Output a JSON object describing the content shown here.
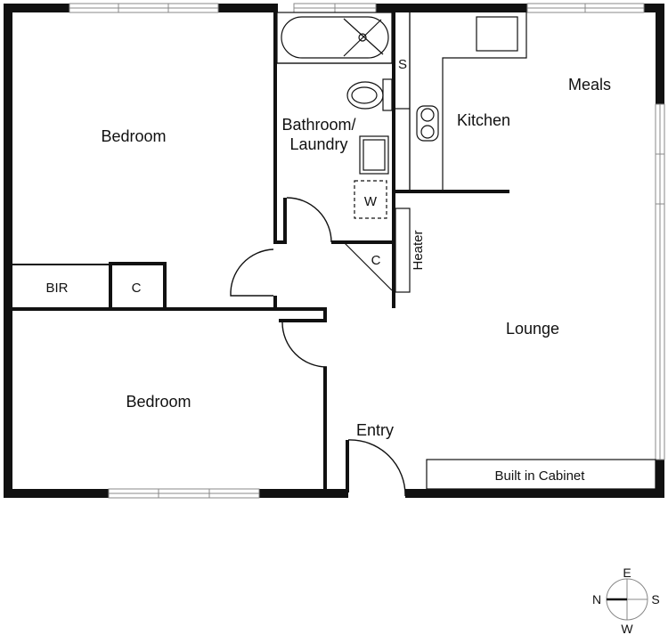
{
  "floorplan": {
    "rooms": {
      "bedroom1": "Bedroom",
      "bedroom2": "Bedroom",
      "bir": "BIR",
      "closet_bedroom": "C",
      "bathroom_line1": "Bathroom/",
      "bathroom_line2": "Laundry",
      "washer": "W",
      "closet_hall": "C",
      "storage": "S",
      "kitchen": "Kitchen",
      "meals": "Meals",
      "heater": "Heater",
      "lounge": "Lounge",
      "entry": "Entry",
      "built_in_cabinet": "Built in Cabinet"
    },
    "compass": {
      "top": "E",
      "left": "N",
      "right": "S",
      "bottom": "W",
      "pointer": "N"
    },
    "colors": {
      "wall": "#111111",
      "window": "#888888",
      "background": "#ffffff"
    }
  }
}
